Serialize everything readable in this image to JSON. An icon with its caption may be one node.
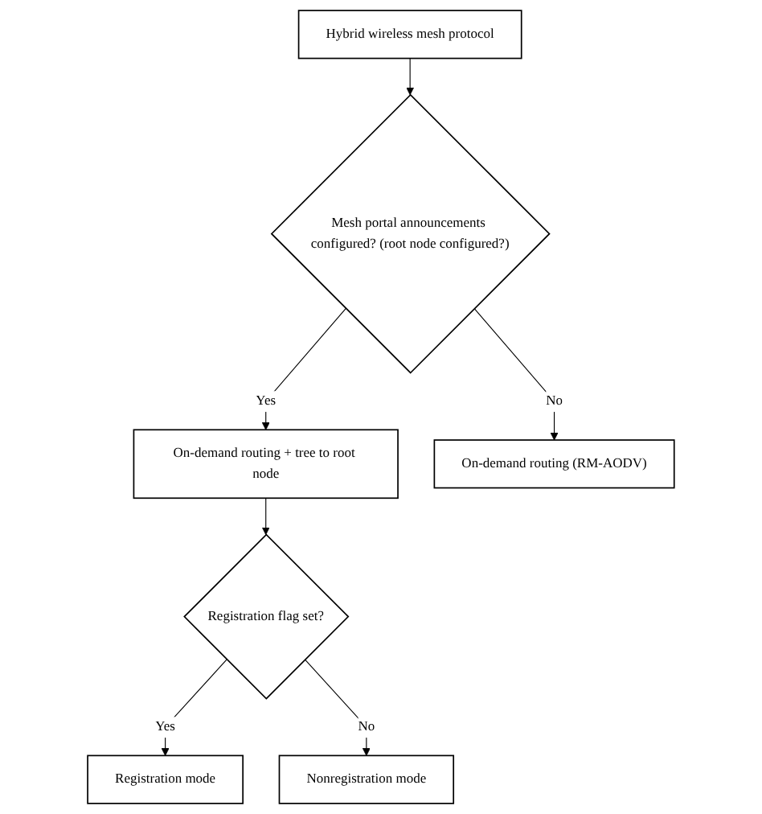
{
  "diagram": {
    "nodes": [
      {
        "text": [
          "Hybrid wireless mesh protocol"
        ]
      },
      {
        "text": [
          "Mesh portal announcements configured? (root node configured?)"
        ]
      },
      {
        "text": [
          "On-demand routing + tree to root node"
        ]
      },
      {
        "text": [
          "On-demand routing (RM-AODV)"
        ]
      },
      {
        "text": [
          "Registration flag set?"
        ]
      },
      {
        "text": [
          "Registration mode"
        ]
      },
      {
        "text": [
          "Nonregistration mode"
        ]
      }
    ],
    "edges": [
      {
        "from": 0,
        "to": 1,
        "arrow": "to"
      },
      {
        "from": 1,
        "to": 2,
        "label": "Yes",
        "arrow": "to"
      },
      {
        "from": 1,
        "to": 3,
        "label": "No",
        "arrow": "to"
      },
      {
        "from": 2,
        "to": 4,
        "arrow": "to"
      },
      {
        "from": 4,
        "to": 5,
        "label": "Yes",
        "arrow": "to"
      },
      {
        "from": 4,
        "to": 6,
        "label": "No",
        "arrow": "to"
      }
    ]
  }
}
